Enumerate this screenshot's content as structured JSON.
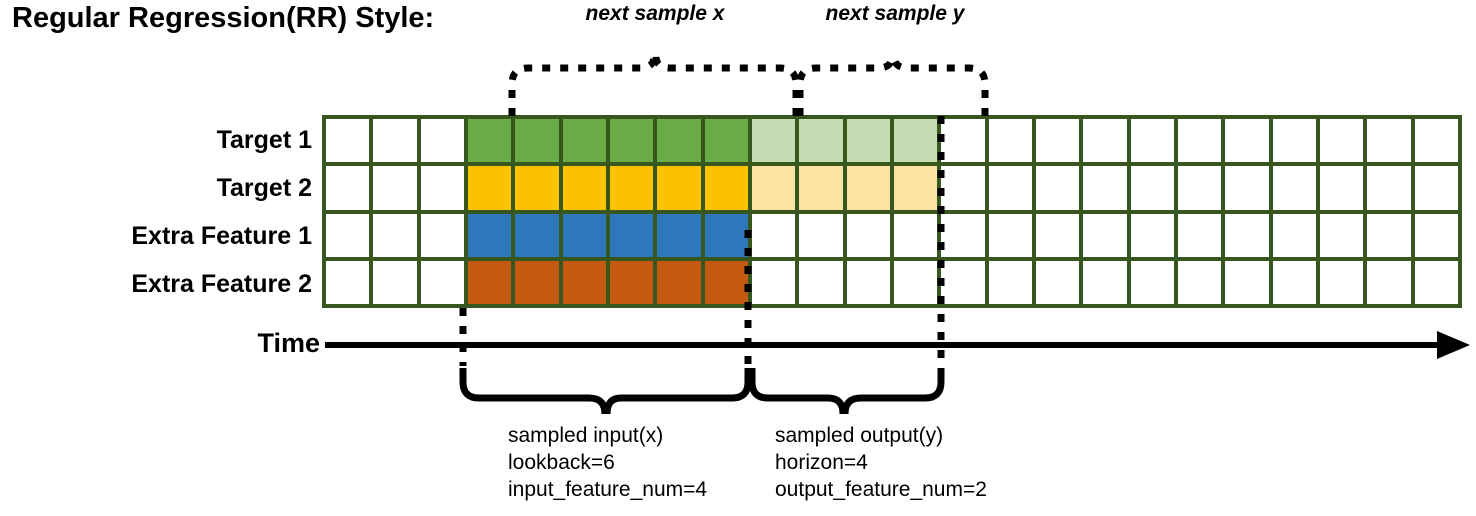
{
  "title": "Regular Regression(RR) Style:",
  "rows": [
    {
      "label": "Target 1",
      "name": "target-1"
    },
    {
      "label": "Target 2",
      "name": "target-2"
    },
    {
      "label": "Extra Feature 1",
      "name": "extra-feature-1"
    },
    {
      "label": "Extra Feature 2",
      "name": "extra-feature-2"
    }
  ],
  "time_axis": {
    "label": "Time",
    "arrow_icon": "arrow-right-icon"
  },
  "top_annotations": [
    {
      "label": "next sample x",
      "name": "next-sample-x"
    },
    {
      "label": "next sample y",
      "name": "next-sample-y"
    }
  ],
  "bottom_annotations": [
    {
      "name": "sampled-input",
      "lines": [
        "sampled input(x)",
        "lookback=6",
        "input_feature_num=4"
      ]
    },
    {
      "name": "sampled-output",
      "lines": [
        "sampled output(y)",
        "horizon=4",
        "output_feature_num=2"
      ]
    }
  ],
  "grid": {
    "columns": 24,
    "rows": 4,
    "border_color": "#38571f",
    "input_start_col": 3,
    "input_end_col": 9,
    "output_start_col": 9,
    "output_end_col": 13,
    "legend_colors": {
      "target1_input": "#6aab46",
      "target1_output": "#c5ddb3",
      "target2_input": "#fcc200",
      "target2_output": "#fde3a1",
      "extra1_input": "#2e77bb",
      "extra2_input": "#c65911",
      "empty": "#ffffff"
    },
    "cell_fills": [
      [
        "#ffffff",
        "#ffffff",
        "#ffffff",
        "#6aab46",
        "#6aab46",
        "#6aab46",
        "#6aab46",
        "#6aab46",
        "#6aab46",
        "#c5ddb3",
        "#c5ddb3",
        "#c5ddb3",
        "#c5ddb3",
        "#ffffff",
        "#ffffff",
        "#ffffff",
        "#ffffff",
        "#ffffff",
        "#ffffff",
        "#ffffff",
        "#ffffff",
        "#ffffff",
        "#ffffff",
        "#ffffff"
      ],
      [
        "#ffffff",
        "#ffffff",
        "#ffffff",
        "#fcc200",
        "#fcc200",
        "#fcc200",
        "#fcc200",
        "#fcc200",
        "#fcc200",
        "#fde3a1",
        "#fde3a1",
        "#fde3a1",
        "#fde3a1",
        "#ffffff",
        "#ffffff",
        "#ffffff",
        "#ffffff",
        "#ffffff",
        "#ffffff",
        "#ffffff",
        "#ffffff",
        "#ffffff",
        "#ffffff",
        "#ffffff"
      ],
      [
        "#ffffff",
        "#ffffff",
        "#ffffff",
        "#2e77bb",
        "#2e77bb",
        "#2e77bb",
        "#2e77bb",
        "#2e77bb",
        "#2e77bb",
        "#ffffff",
        "#ffffff",
        "#ffffff",
        "#ffffff",
        "#ffffff",
        "#ffffff",
        "#ffffff",
        "#ffffff",
        "#ffffff",
        "#ffffff",
        "#ffffff",
        "#ffffff",
        "#ffffff",
        "#ffffff",
        "#ffffff"
      ],
      [
        "#ffffff",
        "#ffffff",
        "#ffffff",
        "#c65911",
        "#c65911",
        "#c65911",
        "#c65911",
        "#c65911",
        "#c65911",
        "#ffffff",
        "#ffffff",
        "#ffffff",
        "#ffffff",
        "#ffffff",
        "#ffffff",
        "#ffffff",
        "#ffffff",
        "#ffffff",
        "#ffffff",
        "#ffffff",
        "#ffffff",
        "#ffffff",
        "#ffffff",
        "#ffffff"
      ]
    ]
  }
}
